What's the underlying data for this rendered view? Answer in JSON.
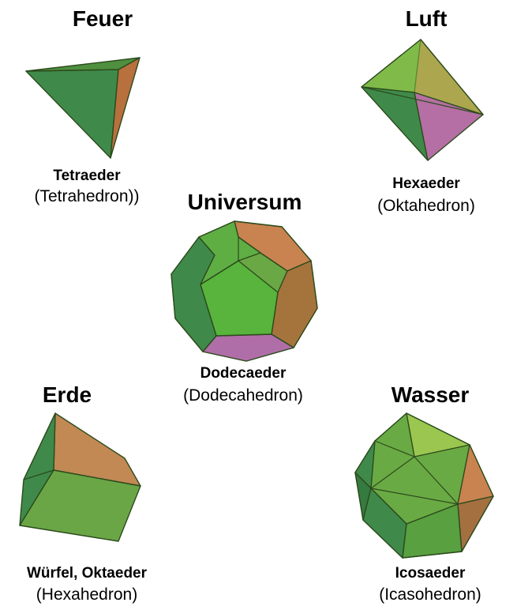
{
  "elements": {
    "fire": {
      "title": "Feuer",
      "solid": "Tetraeder",
      "note": "(Tetrahedron))"
    },
    "air": {
      "title": "Luft",
      "solid": "Hexaeder",
      "note": "(Oktahedron)"
    },
    "universe": {
      "title": "Universum",
      "solid": "Dodecaeder",
      "note": "(Dodecahedron)"
    },
    "earth": {
      "title": "Erde",
      "solid": "Würfel, Oktaeder",
      "note": "(Hexahedron)"
    },
    "water": {
      "title": "Wasser",
      "solid": "Icosaeder",
      "note": "(Icasohedron)"
    }
  },
  "colors": {
    "face_green_dark": "#3f8a4a",
    "face_green": "#5aa83e",
    "face_green_light": "#7cc24a",
    "face_orange": "#c98350",
    "face_pink": "#b86ea8",
    "edge": "#2c4a1c"
  }
}
